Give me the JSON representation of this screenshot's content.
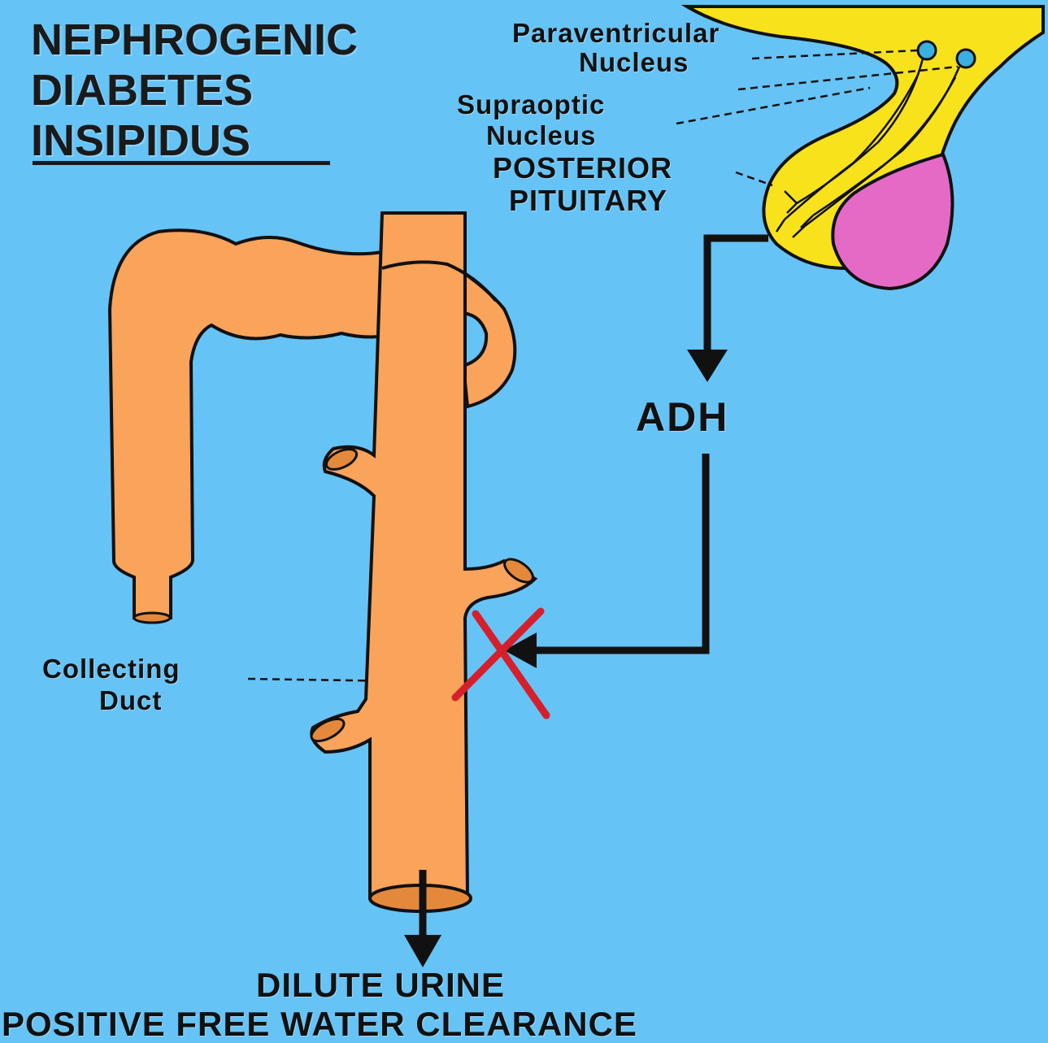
{
  "title": {
    "line1": "NEPHROGENIC",
    "line2": "DIABETES",
    "line3": "INSIPIDUS"
  },
  "labels": {
    "paraventricular_line1": "Paraventricular",
    "paraventricular_line2": "Nucleus",
    "supraoptic_line1": "Supraoptic",
    "supraoptic_line2": "Nucleus",
    "posterior_line1": "POSTERIOR",
    "posterior_line2": "PITUITARY",
    "adh": "ADH",
    "collecting_line1": "Collecting",
    "collecting_line2": "Duct",
    "outcome_line1": "DILUTE URINE",
    "outcome_line2": "POSITIVE FREE WATER CLEARANCE"
  },
  "colors": {
    "background": "#66c3f5",
    "nephron": "#f9a35b",
    "hypothalamus": "#f7e21c",
    "pituitary_anterior": "#e56ac6",
    "neuron": "#3ab0e0",
    "block_mark": "#d5202b"
  }
}
